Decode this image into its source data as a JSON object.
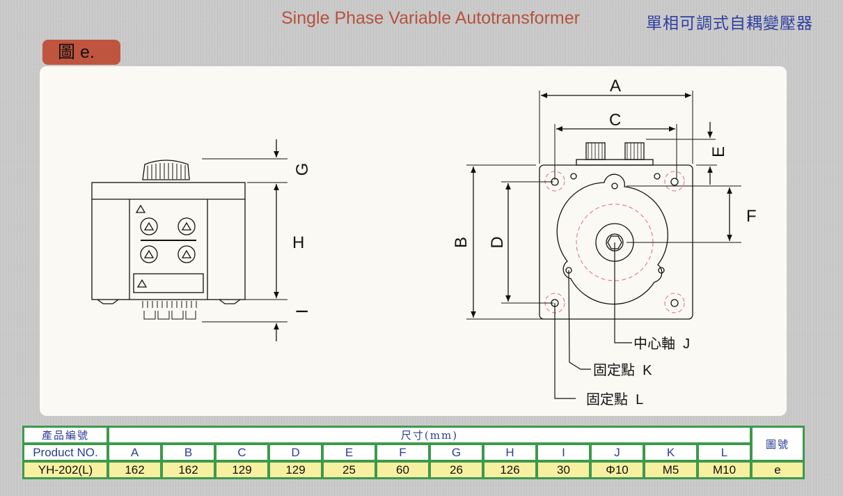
{
  "header": {
    "title_en": "Single Phase Variable Autotransformer",
    "title_zh": "單相可調式自耦變壓器"
  },
  "figure_badge": "圖 e.",
  "diagram": {
    "dim_labels": {
      "A": "A",
      "B": "B",
      "C": "C",
      "D": "D",
      "E": "E",
      "F": "F",
      "G": "G",
      "H": "H",
      "I": "I"
    },
    "callouts": {
      "J": "中心軸  J",
      "K": "固定點  K",
      "L": "固定點  L"
    }
  },
  "table": {
    "product_header_zh": "產品編號",
    "product_header_en": "Product NO.",
    "dims_header": "尺寸(mm)",
    "figure_header": "圖號",
    "columns": [
      "A",
      "B",
      "C",
      "D",
      "E",
      "F",
      "G",
      "H",
      "I",
      "J",
      "K",
      "L"
    ],
    "rows": [
      {
        "product": "YH-202(L)",
        "values": [
          "162",
          "162",
          "129",
          "129",
          "25",
          "60",
          "26",
          "126",
          "30",
          "Φ10",
          "M5",
          "M10"
        ],
        "figure": "e"
      }
    ]
  }
}
